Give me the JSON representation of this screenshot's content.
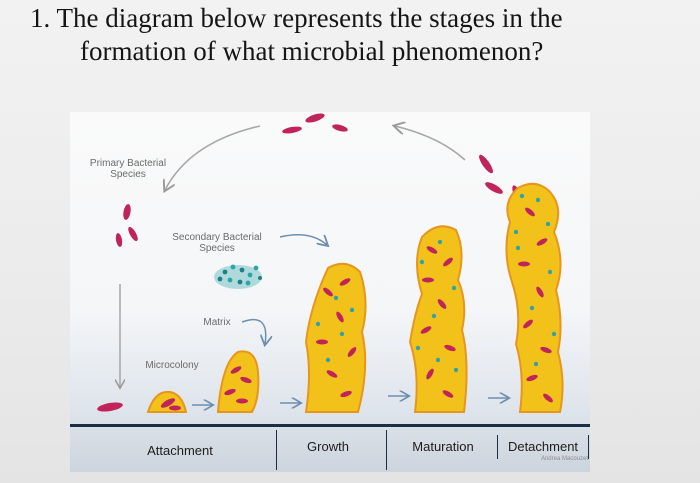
{
  "question": {
    "line1": "1. The diagram below represents the stages in the",
    "line2": "formation of what microbial phenomenon?"
  },
  "diagram": {
    "labels": {
      "primary_line1": "Primary Bacterial",
      "primary_line2": "Species",
      "secondary_line1": "Secondary Bacterial",
      "secondary_line2": "Species",
      "matrix": "Matrix",
      "microcolony": "Microcolony"
    },
    "stages": [
      "Attachment",
      "Growth",
      "Maturation",
      "Detachment"
    ],
    "credit": "Andrea Macouzet"
  },
  "colors": {
    "biofilm_fill": "#f2c21a",
    "biofilm_edge": "#e8951c",
    "bacteria_primary": "#c0245a",
    "bacteria_secondary": "#2fa3a8",
    "stage_line": "#1b2e46"
  }
}
